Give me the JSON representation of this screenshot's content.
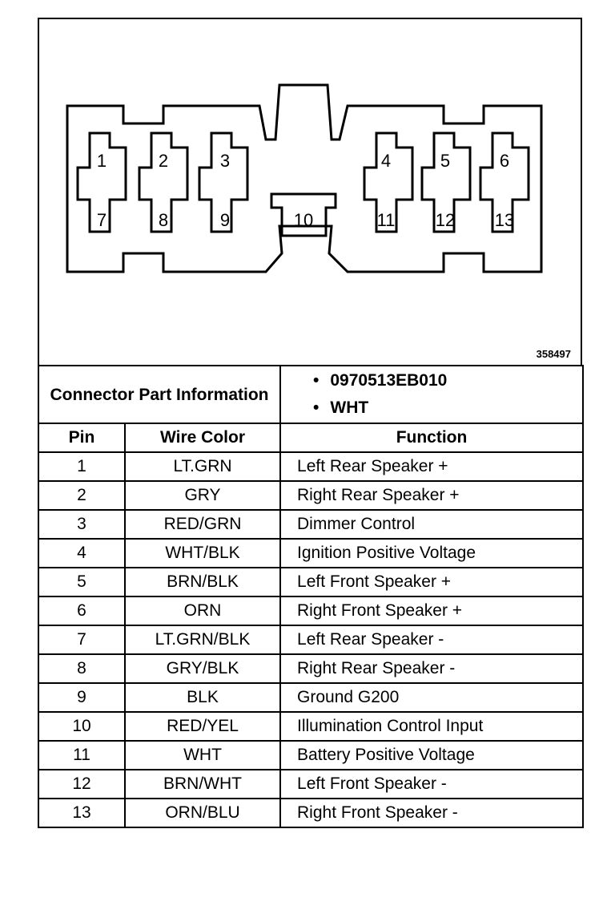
{
  "diagram": {
    "ref_number": "358497",
    "pin_labels": [
      "1",
      "2",
      "3",
      "4",
      "5",
      "6",
      "7",
      "8",
      "9",
      "10",
      "11",
      "12",
      "13"
    ]
  },
  "connector_info": {
    "label": "Connector Part Information",
    "items": [
      "0970513EB010",
      "WHT"
    ]
  },
  "table": {
    "headers": [
      "Pin",
      "Wire Color",
      "Function"
    ],
    "rows": [
      {
        "pin": "1",
        "color": "LT.GRN",
        "function": "Left Rear Speaker +"
      },
      {
        "pin": "2",
        "color": "GRY",
        "function": "Right Rear Speaker +"
      },
      {
        "pin": "3",
        "color": "RED/GRN",
        "function": "Dimmer Control"
      },
      {
        "pin": "4",
        "color": "WHT/BLK",
        "function": "Ignition Positive Voltage"
      },
      {
        "pin": "5",
        "color": "BRN/BLK",
        "function": "Left Front Speaker +"
      },
      {
        "pin": "6",
        "color": "ORN",
        "function": "Right Front Speaker +"
      },
      {
        "pin": "7",
        "color": "LT.GRN/BLK",
        "function": "Left Rear Speaker -"
      },
      {
        "pin": "8",
        "color": "GRY/BLK",
        "function": "Right Rear Speaker -"
      },
      {
        "pin": "9",
        "color": "BLK",
        "function": "Ground G200"
      },
      {
        "pin": "10",
        "color": "RED/YEL",
        "function": "Illumination Control Input"
      },
      {
        "pin": "11",
        "color": "WHT",
        "function": "Battery Positive Voltage"
      },
      {
        "pin": "12",
        "color": "BRN/WHT",
        "function": "Left Front Speaker -"
      },
      {
        "pin": "13",
        "color": "ORN/BLU",
        "function": "Right Front Speaker -"
      }
    ]
  }
}
